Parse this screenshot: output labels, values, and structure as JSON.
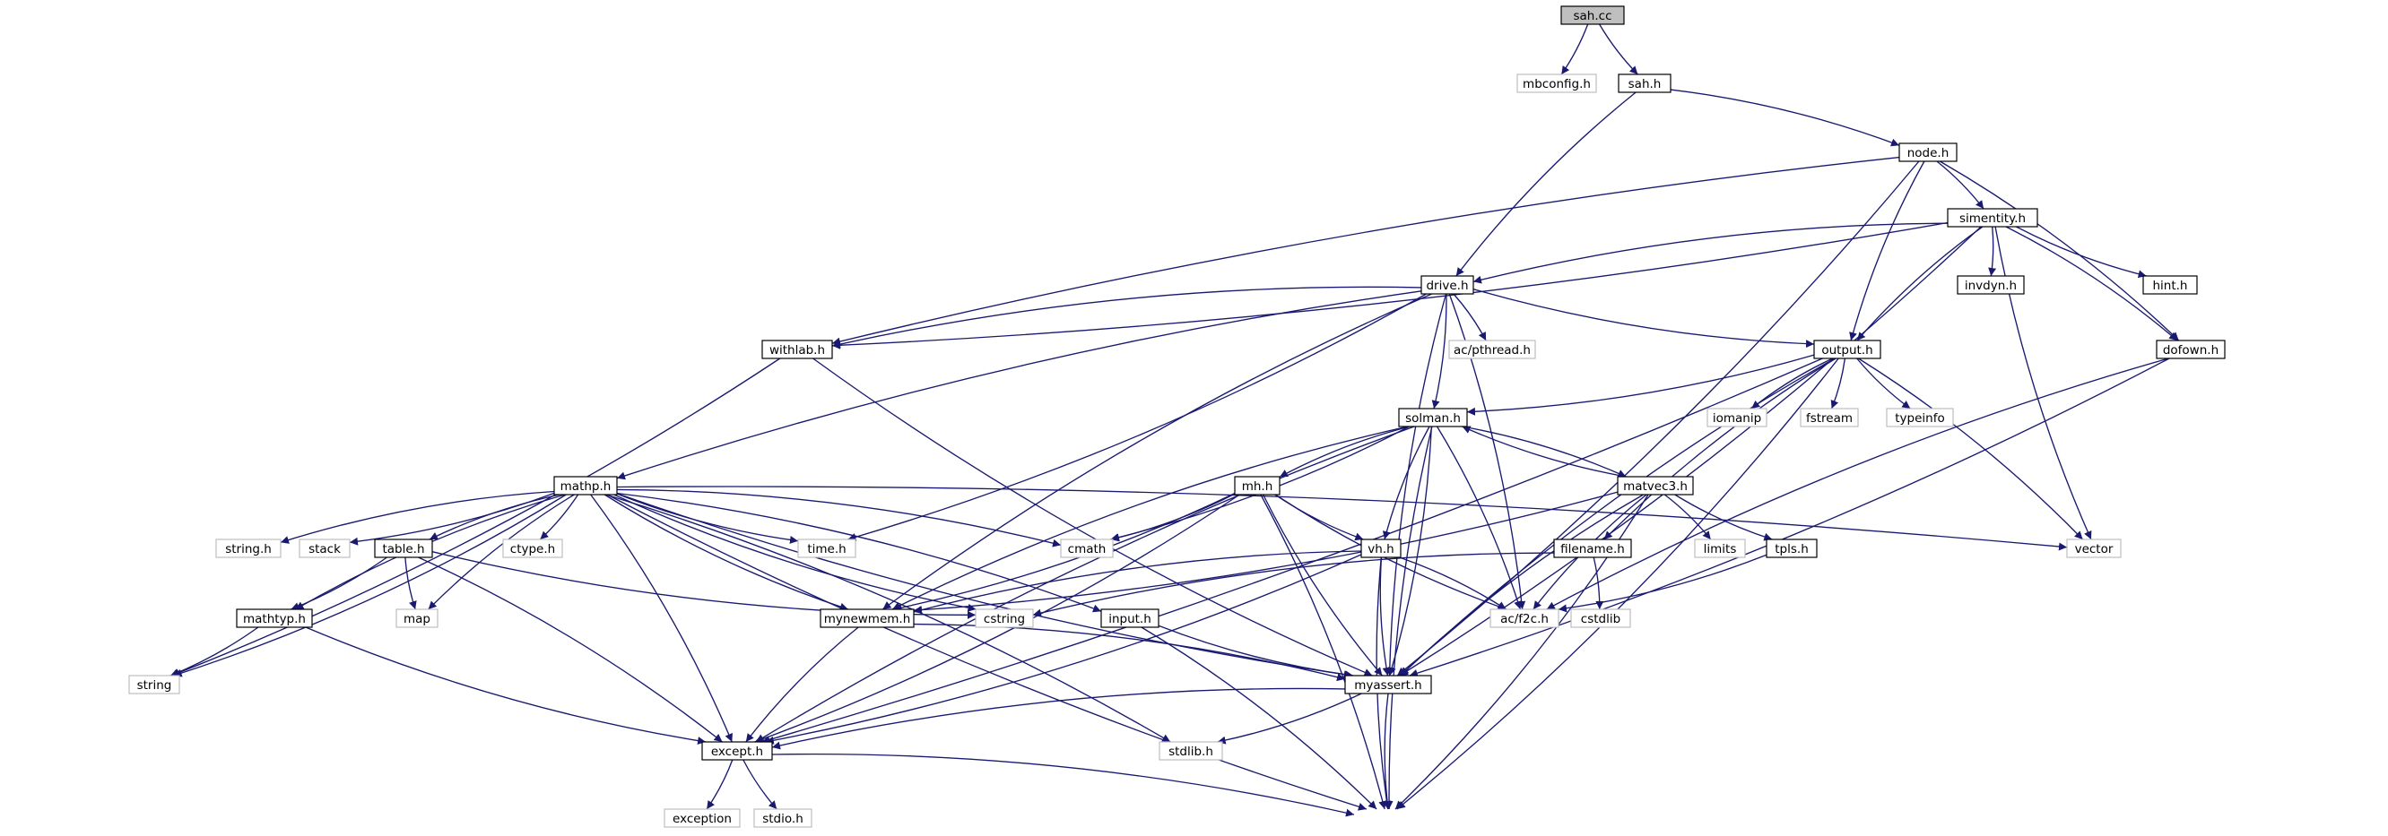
{
  "colors": {
    "edge": "#191970",
    "root_fill": "#bfbfbf",
    "project_fill": "#ffffff",
    "project_stroke": "#000000",
    "system_stroke": "#bfbfbf",
    "system_text": "#000000"
  },
  "nodes": [
    {
      "id": "sah_cc",
      "label": "sah.cc",
      "kind": "root"
    },
    {
      "id": "mbconfig_h",
      "label": "mbconfig.h",
      "kind": "system"
    },
    {
      "id": "sah_h",
      "label": "sah.h",
      "kind": "project"
    },
    {
      "id": "node_h",
      "label": "node.h",
      "kind": "project"
    },
    {
      "id": "simentity_h",
      "label": "simentity.h",
      "kind": "project"
    },
    {
      "id": "drive_h",
      "label": "drive.h",
      "kind": "project"
    },
    {
      "id": "invdyn_h",
      "label": "invdyn.h",
      "kind": "project"
    },
    {
      "id": "hint_h",
      "label": "hint.h",
      "kind": "project"
    },
    {
      "id": "withlab_h",
      "label": "withlab.h",
      "kind": "project"
    },
    {
      "id": "ac_pthread_h",
      "label": "ac/pthread.h",
      "kind": "system"
    },
    {
      "id": "output_h",
      "label": "output.h",
      "kind": "project"
    },
    {
      "id": "dofown_h",
      "label": "dofown.h",
      "kind": "project"
    },
    {
      "id": "solman_h",
      "label": "solman.h",
      "kind": "project"
    },
    {
      "id": "iomanip",
      "label": "iomanip",
      "kind": "system"
    },
    {
      "id": "fstream",
      "label": "fstream",
      "kind": "system"
    },
    {
      "id": "typeinfo",
      "label": "typeinfo",
      "kind": "system"
    },
    {
      "id": "mathp_h",
      "label": "mathp.h",
      "kind": "project"
    },
    {
      "id": "mh_h",
      "label": "mh.h",
      "kind": "project"
    },
    {
      "id": "matvec3_h",
      "label": "matvec3.h",
      "kind": "project"
    },
    {
      "id": "string_h",
      "label": "string.h",
      "kind": "system"
    },
    {
      "id": "stack",
      "label": "stack",
      "kind": "system"
    },
    {
      "id": "table_h",
      "label": "table.h",
      "kind": "project"
    },
    {
      "id": "ctype_h",
      "label": "ctype.h",
      "kind": "system"
    },
    {
      "id": "time_h",
      "label": "time.h",
      "kind": "system"
    },
    {
      "id": "cmath",
      "label": "cmath",
      "kind": "system"
    },
    {
      "id": "vh_h",
      "label": "vh.h",
      "kind": "project"
    },
    {
      "id": "limits",
      "label": "limits",
      "kind": "system"
    },
    {
      "id": "tpls_h",
      "label": "tpls.h",
      "kind": "project"
    },
    {
      "id": "filename_h",
      "label": "filename.h",
      "kind": "project"
    },
    {
      "id": "vector",
      "label": "vector",
      "kind": "system"
    },
    {
      "id": "mathtyp_h",
      "label": "mathtyp.h",
      "kind": "project"
    },
    {
      "id": "map",
      "label": "map",
      "kind": "system"
    },
    {
      "id": "mynewmem_h",
      "label": "mynewmem.h",
      "kind": "project"
    },
    {
      "id": "cstring",
      "label": "cstring",
      "kind": "system"
    },
    {
      "id": "input_h",
      "label": "input.h",
      "kind": "project"
    },
    {
      "id": "ac_f2c_h",
      "label": "ac/f2c.h",
      "kind": "system"
    },
    {
      "id": "cstdlib",
      "label": "cstdlib",
      "kind": "system"
    },
    {
      "id": "string",
      "label": "string",
      "kind": "system"
    },
    {
      "id": "myassert_h",
      "label": "myassert.h",
      "kind": "project"
    },
    {
      "id": "except_h",
      "label": "except.h",
      "kind": "project"
    },
    {
      "id": "stdlib_h",
      "label": "stdlib.h",
      "kind": "system"
    },
    {
      "id": "exception",
      "label": "exception",
      "kind": "system"
    },
    {
      "id": "stdio_h",
      "label": "stdio.h",
      "kind": "system"
    }
  ],
  "edges": [
    [
      "sah_cc",
      "mbconfig_h"
    ],
    [
      "sah_cc",
      "sah_h"
    ],
    [
      "sah_h",
      "node_h"
    ],
    [
      "sah_h",
      "drive_h"
    ],
    [
      "node_h",
      "simentity_h"
    ],
    [
      "node_h",
      "output_h"
    ],
    [
      "node_h",
      "dofown_h"
    ],
    [
      "node_h",
      "withlab_h"
    ],
    [
      "node_h",
      "myassert_h"
    ],
    [
      "simentity_h",
      "drive_h"
    ],
    [
      "simentity_h",
      "invdyn_h"
    ],
    [
      "simentity_h",
      "hint_h"
    ],
    [
      "simentity_h",
      "withlab_h"
    ],
    [
      "simentity_h",
      "output_h"
    ],
    [
      "simentity_h",
      "dofown_h"
    ],
    [
      "simentity_h",
      "vector"
    ],
    [
      "simentity_h",
      "myassert_h"
    ],
    [
      "drive_h",
      "withlab_h"
    ],
    [
      "drive_h",
      "ac_pthread_h"
    ],
    [
      "drive_h",
      "output_h"
    ],
    [
      "drive_h",
      "solman_h"
    ],
    [
      "drive_h",
      "mathp_h"
    ],
    [
      "drive_h",
      "time_h"
    ],
    [
      "drive_h",
      "mynewmem_h"
    ],
    [
      "drive_h",
      "ac_f2c_h"
    ],
    [
      "drive_h",
      "myassert_h"
    ],
    [
      "withlab_h",
      "string"
    ],
    [
      "withlab_h",
      "myassert_h"
    ],
    [
      "output_h",
      "solman_h"
    ],
    [
      "output_h",
      "iomanip"
    ],
    [
      "output_h",
      "fstream"
    ],
    [
      "output_h",
      "typeinfo"
    ],
    [
      "output_h",
      "vector"
    ],
    [
      "output_h",
      "filename_h"
    ],
    [
      "output_h",
      "except_h"
    ],
    [
      "output_h",
      "myassert_h"
    ],
    [
      "output_h",
      "iostream"
    ],
    [
      "dofown_h",
      "ac_f2c_h"
    ],
    [
      "dofown_h",
      "myassert_h"
    ],
    [
      "solman_h",
      "mh_h"
    ],
    [
      "solman_h",
      "matvec3_h"
    ],
    [
      "solman_h",
      "vh_h"
    ],
    [
      "solman_h",
      "cmath"
    ],
    [
      "solman_h",
      "mynewmem_h"
    ],
    [
      "solman_h",
      "ac_f2c_h"
    ],
    [
      "solman_h",
      "except_h"
    ],
    [
      "solman_h",
      "myassert_h"
    ],
    [
      "solman_h",
      "iostream"
    ],
    [
      "matvec3_h",
      "solman_h"
    ],
    [
      "matvec3_h",
      "tpls_h"
    ],
    [
      "matvec3_h",
      "limits"
    ],
    [
      "matvec3_h",
      "ac_f2c_h"
    ],
    [
      "matvec3_h",
      "mynewmem_h"
    ],
    [
      "matvec3_h",
      "myassert_h"
    ],
    [
      "matvec3_h",
      "iostream"
    ],
    [
      "mathp_h",
      "string_h"
    ],
    [
      "mathp_h",
      "stack"
    ],
    [
      "mathp_h",
      "table_h"
    ],
    [
      "mathp_h",
      "ctype_h"
    ],
    [
      "mathp_h",
      "time_h"
    ],
    [
      "mathp_h",
      "cmath"
    ],
    [
      "mathp_h",
      "map"
    ],
    [
      "mathp_h",
      "vector"
    ],
    [
      "mathp_h",
      "mathtyp_h"
    ],
    [
      "mathp_h",
      "string"
    ],
    [
      "mathp_h",
      "mynewmem_h"
    ],
    [
      "mathp_h",
      "input_h"
    ],
    [
      "mathp_h",
      "cstring"
    ],
    [
      "mathp_h",
      "stdlib_h"
    ],
    [
      "mathp_h",
      "myassert_h"
    ],
    [
      "mathp_h",
      "except_h"
    ],
    [
      "mathp_h",
      "iostream"
    ],
    [
      "mh_h",
      "cmath"
    ],
    [
      "mh_h",
      "vh_h"
    ],
    [
      "mh_h",
      "mynewmem_h"
    ],
    [
      "mh_h",
      "ac_f2c_h"
    ],
    [
      "mh_h",
      "except_h"
    ],
    [
      "mh_h",
      "myassert_h"
    ],
    [
      "mh_h",
      "iostream"
    ],
    [
      "vh_h",
      "mynewmem_h"
    ],
    [
      "vh_h",
      "ac_f2c_h"
    ],
    [
      "vh_h",
      "myassert_h"
    ],
    [
      "vh_h",
      "except_h"
    ],
    [
      "vh_h",
      "iostream"
    ],
    [
      "table_h",
      "mathtyp_h"
    ],
    [
      "table_h",
      "map"
    ],
    [
      "table_h",
      "except_h"
    ],
    [
      "table_h",
      "cstring"
    ],
    [
      "mathtyp_h",
      "string"
    ],
    [
      "mathtyp_h",
      "except_h"
    ],
    [
      "filename_h",
      "cstdlib"
    ],
    [
      "filename_h",
      "cstring"
    ],
    [
      "tpls_h",
      "ac_f2c_h"
    ],
    [
      "mynewmem_h",
      "except_h"
    ],
    [
      "mynewmem_h",
      "myassert_h"
    ],
    [
      "input_h",
      "myassert_h"
    ],
    [
      "input_h",
      "iostream"
    ],
    [
      "myassert_h",
      "except_h"
    ],
    [
      "myassert_h",
      "stdlib_h"
    ],
    [
      "myassert_h",
      "iostream"
    ],
    [
      "except_h",
      "exception"
    ],
    [
      "except_h",
      "stdio_h"
    ],
    [
      "except_h",
      "iostream"
    ]
  ]
}
